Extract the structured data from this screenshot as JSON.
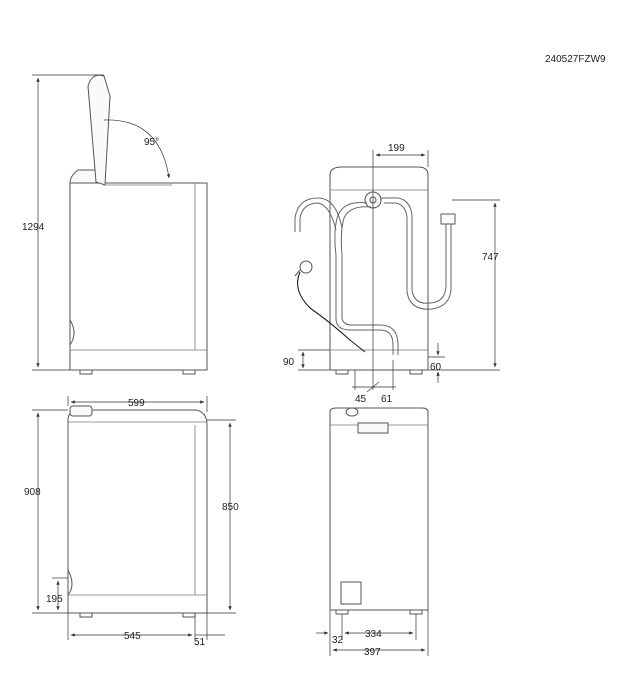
{
  "drawing_code": "240527FZW9",
  "dimensions": {
    "lid_angle": "95°",
    "height_lid_open": "1294",
    "width_top": "599",
    "height_total": "908",
    "height_body": "850",
    "height_front_panel": "195",
    "depth_body": "545",
    "depth_extra": "51",
    "drain_offset_top": "199",
    "drain_height": "747",
    "hose_height": "90",
    "inlet_height": "60",
    "offset_left": "45",
    "offset_right": "61",
    "foot_inset": "32",
    "foot_span": "334",
    "width_back": "397"
  }
}
